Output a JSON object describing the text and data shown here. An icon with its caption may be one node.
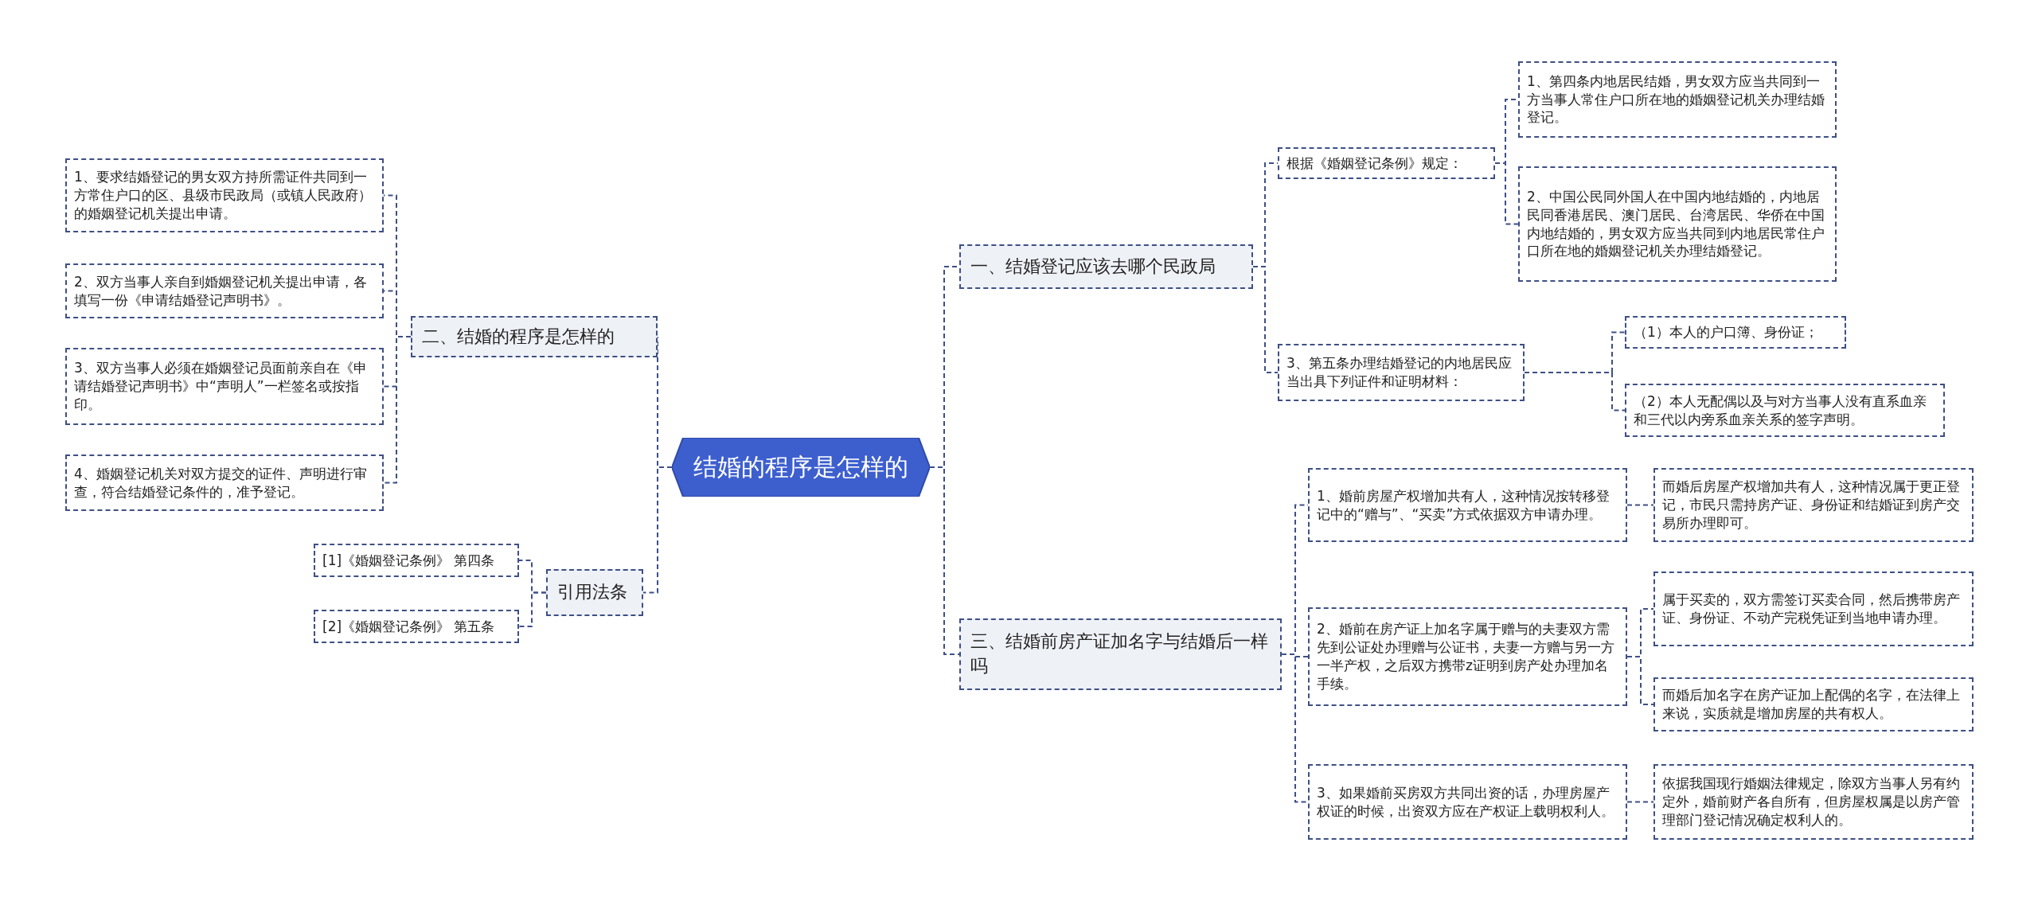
{
  "diagram": {
    "nodes": [
      {
        "text": [
          "结婚的程序是怎样的"
        ]
      },
      {
        "text": [
          "二、结婚的程序是怎样的"
        ]
      },
      {
        "text": [
          "1、要求结婚登记的男女双方持所需证件共同到一方常住户口的区、县级市民政局（或镇人民政府）的婚姻登记机关提出申请。"
        ]
      },
      {
        "text": [
          "2、双方当事人亲自到婚姻登记机关提出申请，各填写一份《申请结婚登记声明书》。"
        ]
      },
      {
        "text": [
          "3、双方当事人必须在婚姻登记员面前亲自在《申请结婚登记声明书》中“声明人”一栏签名或按指印。"
        ]
      },
      {
        "text": [
          "4、婚姻登记机关对双方提交的证件、声明进行审查，符合结婚登记条件的，准予登记。"
        ]
      },
      {
        "text": [
          "引用法条"
        ]
      },
      {
        "text": [
          "[1]《婚姻登记条例》 第四条"
        ]
      },
      {
        "text": [
          "[2]《婚姻登记条例》 第五条"
        ]
      },
      {
        "text": [
          "一、结婚登记应该去哪个民政局"
        ]
      },
      {
        "text": [
          "根据《婚姻登记条例》规定："
        ]
      },
      {
        "text": [
          "1、第四条内地居民结婚，男女双方应当共同到一方当事人常住户口所在地的婚姻登记机关办理结婚登记。"
        ]
      },
      {
        "text": [
          "2、中国公民同外国人在中国内地结婚的，内地居民同香港居民、澳门居民、台湾居民、华侨在中国内地结婚的，男女双方应当共同到内地居民常住户口所在地的婚姻登记机关办理结婚登记。"
        ]
      },
      {
        "text": [
          "3、第五条办理结婚登记的内地居民应当出具下列证件和证明材料："
        ]
      },
      {
        "text": [
          "（1）本人的户口簿、身份证；"
        ]
      },
      {
        "text": [
          "（2）本人无配偶以及与对方当事人没有直系血亲和三代以内旁系血亲关系的签字声明。"
        ]
      },
      {
        "text": [
          "三、结婚前房产证加名字与结婚后一样吗"
        ]
      },
      {
        "text": [
          "1、婚前房屋产权增加共有人，这种情况按转移登记中的“赠与”、“买卖”方式依据双方申请办理。"
        ]
      },
      {
        "text": [
          "而婚后房屋产权增加共有人，这种情况属于更正登记，市民只需持房产证、身份证和结婚证到房产交易所办理即可。"
        ]
      },
      {
        "text": [
          "2、婚前在房产证上加名字属于赠与的夫妻双方需先到公证处办理赠与公证书，夫妻一方赠与另一方一半产权，之后双方携带z证明到房产处办理加名手续。"
        ]
      },
      {
        "text": [
          "属于买卖的，双方需签订买卖合同，然后携带房产证、身份证、不动产完税凭证到当地申请办理。"
        ]
      },
      {
        "text": [
          "而婚后加名字在房产证加上配偶的名字，在法律上来说，实质就是增加房屋的共有权人。"
        ]
      },
      {
        "text": [
          "3、如果婚前买房双方共同出资的话，办理房屋产权证的时候，出资双方应在产权证上载明权利人。"
        ]
      },
      {
        "text": [
          "依据我国现行婚姻法律规定，除双方当事人另有约定外，婚前财产各自所有，但房屋权属是以房产管理部门登记情况确定权利人的。"
        ]
      }
    ],
    "edges": [
      {
        "from": 0,
        "to": 1,
        "arrow": "none"
      },
      {
        "from": 1,
        "to": 2,
        "arrow": "none"
      },
      {
        "from": 1,
        "to": 3,
        "arrow": "none"
      },
      {
        "from": 1,
        "to": 4,
        "arrow": "none"
      },
      {
        "from": 1,
        "to": 5,
        "arrow": "none"
      },
      {
        "from": 0,
        "to": 6,
        "arrow": "none"
      },
      {
        "from": 6,
        "to": 7,
        "arrow": "none"
      },
      {
        "from": 6,
        "to": 8,
        "arrow": "none"
      },
      {
        "from": 0,
        "to": 9,
        "arrow": "none"
      },
      {
        "from": 9,
        "to": 10,
        "arrow": "none"
      },
      {
        "from": 10,
        "to": 11,
        "arrow": "none"
      },
      {
        "from": 10,
        "to": 12,
        "arrow": "none"
      },
      {
        "from": 9,
        "to": 13,
        "arrow": "none"
      },
      {
        "from": 13,
        "to": 14,
        "arrow": "none"
      },
      {
        "from": 13,
        "to": 15,
        "arrow": "none"
      },
      {
        "from": 0,
        "to": 16,
        "arrow": "none"
      },
      {
        "from": 16,
        "to": 17,
        "arrow": "none"
      },
      {
        "from": 17,
        "to": 18,
        "arrow": "none"
      },
      {
        "from": 16,
        "to": 19,
        "arrow": "none"
      },
      {
        "from": 19,
        "to": 20,
        "arrow": "none"
      },
      {
        "from": 19,
        "to": 21,
        "arrow": "none"
      },
      {
        "from": 16,
        "to": 22,
        "arrow": "none"
      },
      {
        "from": 22,
        "to": 23,
        "arrow": "none"
      }
    ]
  }
}
